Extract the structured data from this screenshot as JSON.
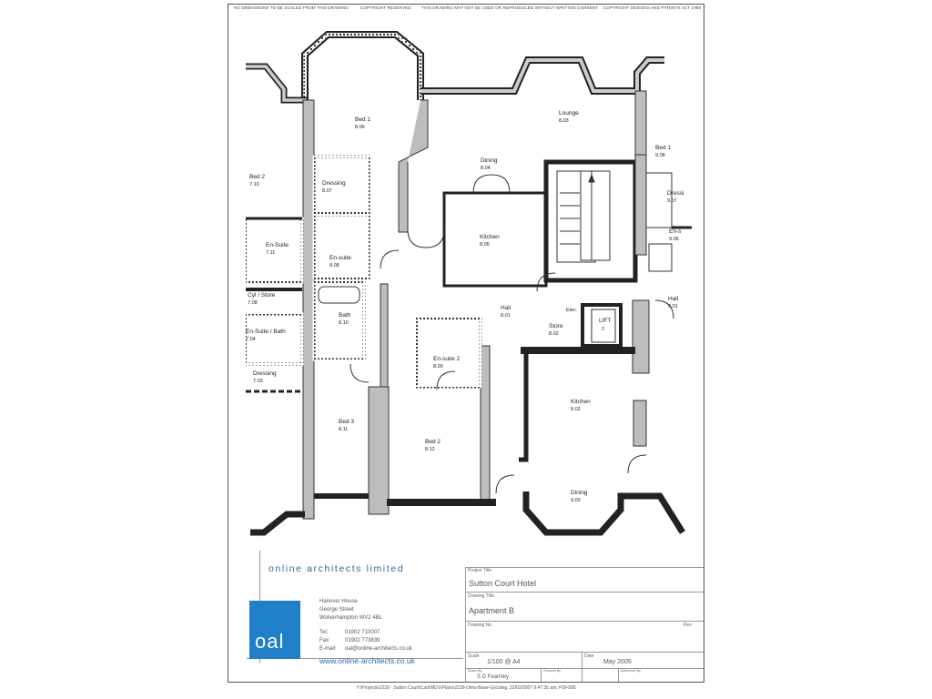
{
  "notes": {
    "n1": "NO DIMENSIONS TO BE SCALED FROM THIS DRAWING",
    "n2": "COPYRIGHT RESERVED",
    "n3": "THIS DRAWING MAY NOT BE USED OR REPRODUCED WITHOUT WRITTEN CONSENT",
    "n4": "COPYRIGHT DESIGNS AND PATENTS ACT 1988"
  },
  "rooms": {
    "bed1_name": "Bed 1",
    "bed1_num": "8.06",
    "lounge_name": "Lounge",
    "lounge_num": "8.03",
    "bed1r_name": "Bed 1",
    "bed1r_num": "9.08",
    "dining_name": "Dining",
    "dining_num": "8.04",
    "bed2l_name": "Bed 2",
    "bed2l_num": "7.10",
    "dressing_name": "Dressing",
    "dressing_num": "8.07",
    "dressr_name": "Dressi",
    "dressr_num": "9.07",
    "kitchen_name": "Kitchen",
    "kitchen_num": "8.05",
    "ensuite_l_name": "En-Suite",
    "ensuite_l_num": "7.11",
    "ensuite_name": "En-suite",
    "ensuite_num": "8.08",
    "ensr_name": "En-s",
    "ensr_num": "9.06",
    "cyl_name": "Cyl / Store",
    "cyl_num": "7.08",
    "hallr_name": "Hall",
    "hallr_num": "9.01",
    "bath_name": "Bath",
    "bath_num": "8.10",
    "hall_name": "Hall",
    "hall_num": "8.01",
    "elec_name": "Elec.",
    "lift_name": "LIFT",
    "lift_num": "2",
    "store_name": "Store",
    "store_num": "8.02",
    "ensbath_name": "En-Suite / Bath",
    "ensbath_num": "7.04",
    "ens2_name": "En-suite 2",
    "ens2_num": "8.09",
    "dress7_name": "Dressing",
    "dress7_num": "7.03",
    "kitchen2_name": "Kitchen",
    "kitchen2_num": "9.02",
    "bed3_name": "Bed 3",
    "bed3_num": "8.11",
    "bed2_name": "Bed 2",
    "bed2_num": "8.12",
    "dining2_name": "Dining",
    "dining2_num": "9.03"
  },
  "title_block": {
    "company": "online architects limited",
    "logo_text": "oal",
    "address_1": "Hanover House",
    "address_2": "George Street",
    "address_3": "Wolverhampton WV2 4BL",
    "tel_label": "Tel:",
    "tel": "01902 710007",
    "fax_label": "Fax:",
    "fax": "01902 773839",
    "email_label": "E-mail:",
    "email": "oal@online-architects.co.uk",
    "website": "www.online-architects.co.uk",
    "project_title_label": "Project Title",
    "project_title": "Sutton Court Hotel",
    "drawing_title_label": "Drawing Title",
    "drawing_title": "Apartment B",
    "drawing_no_label": "Drawing No.",
    "rev_label": "Rev",
    "scale_label": "Scale",
    "scale": "1/100 @ A4",
    "date_label": "Date",
    "date": "May 2005",
    "drawn_label": "Drawn By",
    "drawn": "S D Fearnley",
    "checked_label": "Checked By",
    "approved_label": "Authorised By"
  },
  "footer": "Y:\\Projects\\2239 - Sutton Court\\Cad\\WD's\\Plans\\2239-Dims-Base-Grd.dwg, 22/02/2007 9:47:35 am, PDF995"
}
